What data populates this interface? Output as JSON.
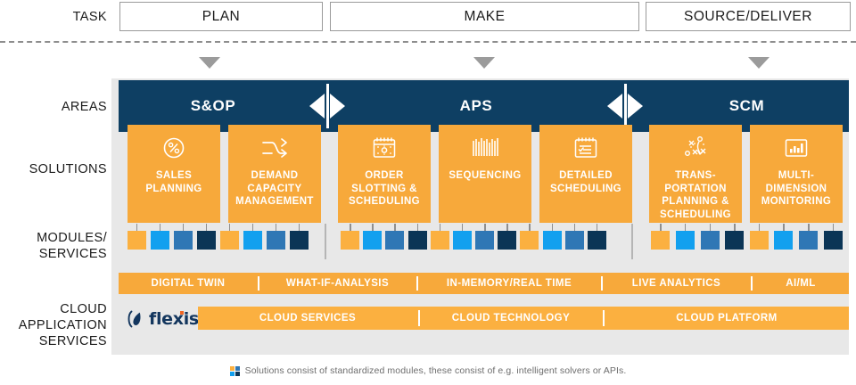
{
  "rows": {
    "task": "TASK",
    "areas": "AREAS",
    "solutions": "SOLUTIONS",
    "modules": "MODULES/\nSERVICES",
    "cloud": "CLOUD\nAPPLICATION\nSERVICES"
  },
  "colors": {
    "orange": "#f7a93b",
    "orange_light": "#fbb040",
    "navy": "#0e3f63",
    "navy_dark": "#0b3556",
    "blue_bright": "#12a0ef",
    "blue_mid": "#2f77b5",
    "panel_grey": "#e8e8e8",
    "logo_navy": "#13365e",
    "arrow_grey": "#9b9b9b"
  },
  "tasks": [
    {
      "label": "PLAN"
    },
    {
      "label": "MAKE"
    },
    {
      "label": "SOURCE/DELIVER"
    }
  ],
  "areas": [
    {
      "label": "S&OP"
    },
    {
      "label": "APS"
    },
    {
      "label": "SCM"
    }
  ],
  "solutions": [
    {
      "label": "SALES\nPLANNING",
      "icon": "percent-circle-icon"
    },
    {
      "label": "DEMAND\nCAPACITY\nMANAGEMENT",
      "icon": "flow-arrows-icon"
    },
    {
      "label": "ORDER\nSLOTTING &\nSCHEDULING",
      "icon": "calendar-gear-icon"
    },
    {
      "label": "SEQUENCING",
      "icon": "barcode-icon"
    },
    {
      "label": "DETAILED\nSCHEDULING",
      "icon": "document-list-icon"
    },
    {
      "label": "TRANS-\nPORTATION\nPLANNING &\nSCHEDULING",
      "icon": "network-nodes-icon"
    },
    {
      "label": "MULTI-\nDIMENSION\nMONITORING",
      "icon": "bar-chart-icon"
    }
  ],
  "modules": {
    "palette": [
      "#fbb040",
      "#12a0ef",
      "#2f77b5",
      "#0b3556"
    ],
    "groups": [
      {
        "area": "S&OP",
        "count": 8
      },
      {
        "area": "APS",
        "count": 12
      },
      {
        "area": "SCM",
        "count": 8
      }
    ]
  },
  "capabilities": [
    {
      "label": "DIGITAL TWIN"
    },
    {
      "label": "WHAT-IF-ANALYSIS"
    },
    {
      "label": "IN-MEMORY/REAL TIME"
    },
    {
      "label": "LIVE ANALYTICS"
    },
    {
      "label": "AI/ML"
    }
  ],
  "cloud_services": [
    {
      "label": "CLOUD SERVICES"
    },
    {
      "label": "CLOUD TECHNOLOGY"
    },
    {
      "label": "CLOUD PLATFORM"
    }
  ],
  "logo": {
    "text": "flexis"
  },
  "footnote": {
    "text": "Solutions consist of standardized modules, these consist of e.g. intelligent solvers or APIs.",
    "icon": "four-squares-icon"
  }
}
